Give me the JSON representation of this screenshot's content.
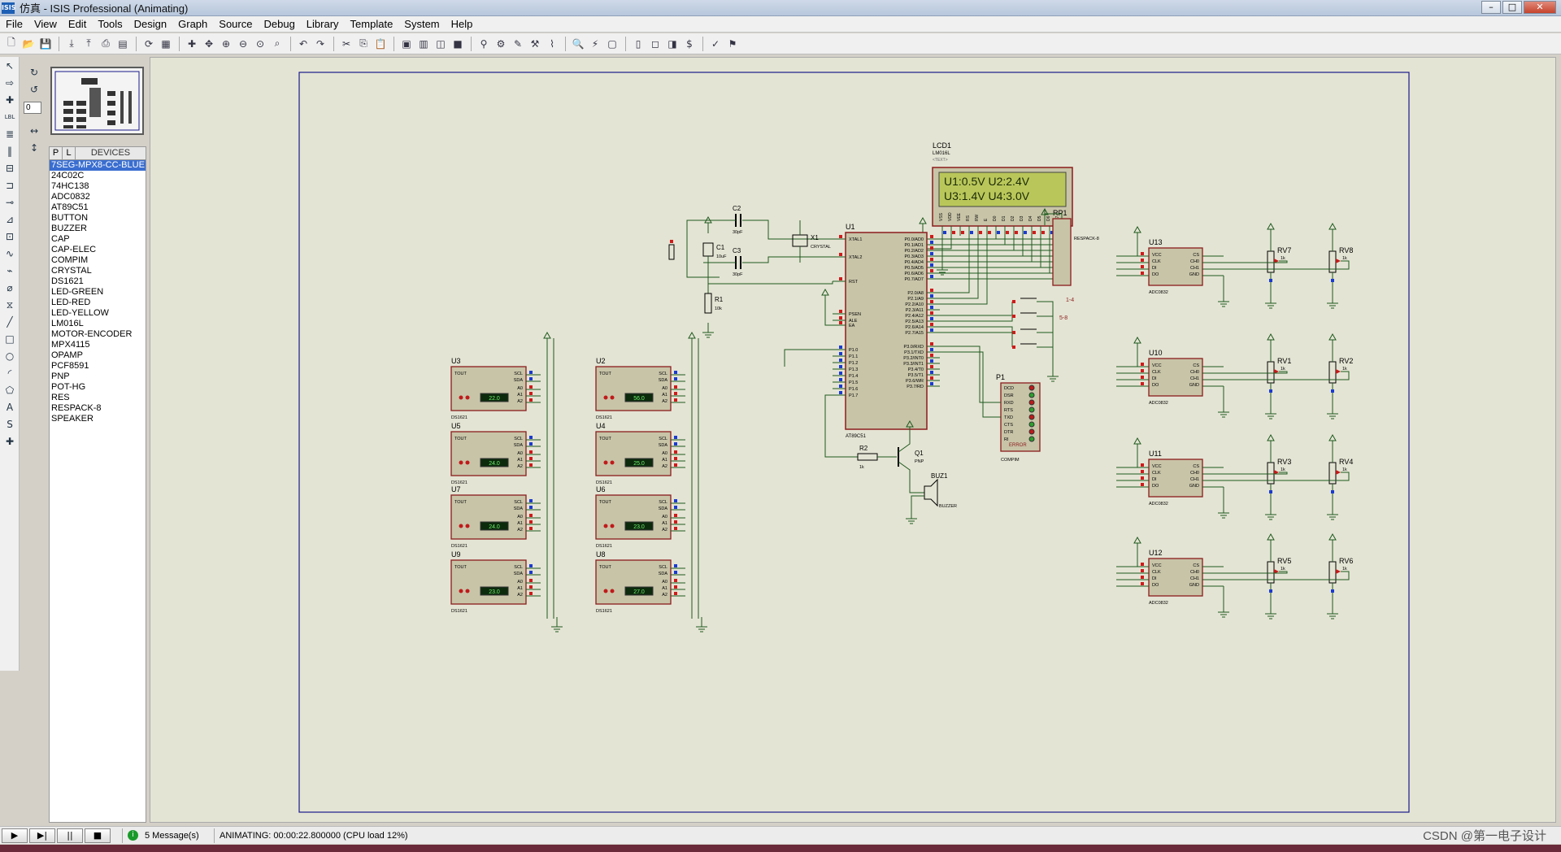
{
  "window": {
    "app_icon": "ISIS",
    "title": "仿真 - ISIS Professional (Animating)",
    "minimize": "–",
    "maximize": "□",
    "close": "✕"
  },
  "menu": [
    "File",
    "View",
    "Edit",
    "Tools",
    "Design",
    "Graph",
    "Source",
    "Debug",
    "Library",
    "Template",
    "System",
    "Help"
  ],
  "toolbar_icons": [
    "new-file-icon",
    "open-file-icon",
    "save-icon",
    "import-icon",
    "export-icon",
    "print-icon",
    "print-setup-icon",
    "refresh-icon",
    "grid-icon",
    "origin-icon",
    "pan-icon",
    "zoom-in-icon",
    "zoom-out-icon",
    "zoom-all-icon",
    "zoom-area-icon",
    "undo-icon",
    "redo-icon",
    "cut-icon",
    "copy-icon",
    "paste-icon",
    "block-copy-icon",
    "block-move-icon",
    "block-rotate-icon",
    "block-delete-icon",
    "pick-device-icon",
    "make-device-icon",
    "packaging-icon",
    "decompose-icon",
    "wire-autoroute-icon",
    "search-icon",
    "property-tool-icon",
    "design-explorer-icon",
    "new-sheet-icon",
    "remove-sheet-icon",
    "goto-sheet-icon",
    "bill-of-materials-icon",
    "electrical-check-icon",
    "netlist-icon"
  ],
  "left_tools": [
    "selection-mode-icon",
    "component-mode-icon",
    "junction-dot-icon",
    "wire-label-icon",
    "text-script-icon",
    "buses-icon",
    "subcircuit-icon",
    "terminals-icon",
    "device-pins-icon",
    "graph-mode-icon",
    "tape-recorder-icon",
    "generator-icon",
    "voltage-probe-icon",
    "current-probe-icon",
    "virtual-instruments-icon",
    "line-icon",
    "box-icon",
    "circle-icon",
    "arc-icon",
    "path-icon",
    "text-icon",
    "symbol-icon",
    "marker-icon"
  ],
  "rotate": {
    "angle": "0"
  },
  "device_panel": {
    "p_button": "P",
    "l_button": "L",
    "title": "DEVICES",
    "selected_index": 0,
    "items": [
      "7SEG-MPX8-CC-BLUE",
      "24C02C",
      "74HC138",
      "ADC0832",
      "AT89C51",
      "BUTTON",
      "BUZZER",
      "CAP",
      "CAP-ELEC",
      "COMPIM",
      "CRYSTAL",
      "DS1621",
      "LED-GREEN",
      "LED-RED",
      "LED-YELLOW",
      "LM016L",
      "MOTOR-ENCODER",
      "MPX4115",
      "OPAMP",
      "PCF8591",
      "PNP",
      "POT-HG",
      "RES",
      "RESPACK-8",
      "SPEAKER"
    ]
  },
  "schematic": {
    "lcd": {
      "ref": "LCD1",
      "part": "LM016L",
      "line1": "U1:0.5V U2:2.4V",
      "line2": "U3:1.4V U4:3.0V",
      "pins": [
        "VSS",
        "VDD",
        "VEE",
        "RS",
        "RW",
        "E",
        "D0",
        "D1",
        "D2",
        "D3",
        "D4",
        "D5",
        "D6",
        "D7"
      ]
    },
    "mcu": {
      "ref": "U1",
      "part": "AT89C51",
      "left_pins": [
        "XTAL1",
        "XTAL2",
        "RST",
        "PSEN",
        "ALE",
        "EA",
        "P1.0",
        "P1.1",
        "P1.2",
        "P1.3",
        "P1.4",
        "P1.5",
        "P1.6",
        "P1.7"
      ],
      "right_pins": [
        "P0.0/AD0",
        "P0.1/AD1",
        "P0.2/AD2",
        "P0.3/AD3",
        "P0.4/AD4",
        "P0.5/AD5",
        "P0.6/AD6",
        "P0.7/AD7",
        "P2.0/A8",
        "P2.1/A9",
        "P2.2/A10",
        "P2.3/A11",
        "P2.4/A12",
        "P2.5/A13",
        "P2.6/A14",
        "P2.7/A15",
        "P3.0/RXD",
        "P3.1/TXD",
        "P3.2/INT0",
        "P3.3/INT1",
        "P3.4/T0",
        "P3.5/T1",
        "P3.6/WR",
        "P3.7/RD"
      ]
    },
    "crystal": {
      "ref": "X1",
      "part": "CRYSTAL"
    },
    "c2": {
      "ref": "C2",
      "value": "30pF"
    },
    "c3": {
      "ref": "C3",
      "value": "30pF"
    },
    "c1": {
      "ref": "C1",
      "value": "10uF"
    },
    "r1": {
      "ref": "R1",
      "value": "10k"
    },
    "r2": {
      "ref": "R2",
      "value": "1k"
    },
    "rp1": {
      "ref": "RP1",
      "part": "RESPACK-8"
    },
    "q1": {
      "ref": "Q1",
      "part": "PNP"
    },
    "buz1": {
      "ref": "BUZ1",
      "part": "BUZZER"
    },
    "p1": {
      "ref": "P1",
      "part": "COMPIM",
      "pins": [
        "DCD",
        "DSR",
        "RXD",
        "RTS",
        "TXD",
        "CTS",
        "DTR",
        "RI"
      ],
      "label": "ERROR"
    },
    "switch_labels": [
      "1-4",
      "5-8"
    ],
    "text_placeholder": "<TEXT>",
    "ds1621": [
      {
        "ref": "U3",
        "temp": "22.0",
        "part": "DS1621"
      },
      {
        "ref": "U2",
        "temp": "56.0",
        "part": "DS1621"
      },
      {
        "ref": "U5",
        "temp": "24.0",
        "part": "DS1621"
      },
      {
        "ref": "U4",
        "temp": "25.0",
        "part": "DS1621"
      },
      {
        "ref": "U7",
        "temp": "24.0",
        "part": "DS1621"
      },
      {
        "ref": "U6",
        "temp": "23.0",
        "part": "DS1621"
      },
      {
        "ref": "U9",
        "temp": "23.0",
        "part": "DS1621"
      },
      {
        "ref": "U8",
        "temp": "27.0",
        "part": "DS1621"
      }
    ],
    "ds_pins": {
      "tout": "TOUT",
      "scl": "SCL",
      "sda": "SDA",
      "a0": "A0",
      "a1": "A1",
      "a2": "A2"
    },
    "adc": [
      {
        "ref": "U13",
        "pots": [
          "RV7",
          "RV8"
        ]
      },
      {
        "ref": "U10",
        "pots": [
          "RV1",
          "RV2"
        ]
      },
      {
        "ref": "U11",
        "pots": [
          "RV3",
          "RV4"
        ]
      },
      {
        "ref": "U12",
        "pots": [
          "RV5",
          "RV6"
        ]
      }
    ],
    "adc_part": "ADC0832",
    "adc_pins": {
      "vcc": "VCC",
      "clk": "CLK",
      "di": "DI",
      "do": "DO",
      "cs": "CS",
      "ch0": "CH0",
      "ch1": "CH1",
      "gnd": "GND"
    },
    "pot_value": "1k"
  },
  "status": {
    "play": "▶",
    "step": "▶|",
    "pause": "||",
    "stop": "■",
    "ok_icon": "i",
    "messages": "5 Message(s)",
    "animating": "ANIMATING: 00:00:22.800000 (CPU load 12%)"
  },
  "watermark": "CSDN @第一电子设计",
  "colors": {
    "canvas": "#e4e4d4",
    "component_fill": "#c8c4a8",
    "component_border": "#8b1c1c",
    "wire": "#1e5a1e",
    "lcd_bg": "#b9c75a",
    "sheet_border": "#1a1a8a"
  }
}
